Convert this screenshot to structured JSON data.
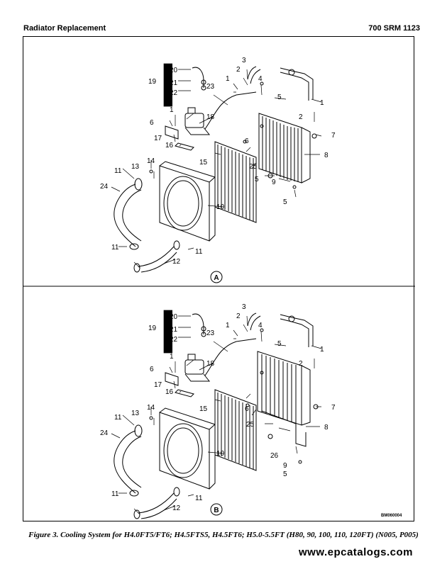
{
  "header": {
    "section_title": "Radiator Replacement",
    "doc_number": "700 SRM 1123"
  },
  "figure": {
    "drawing_code": "BM060004",
    "views": [
      {
        "label": "A",
        "callouts": [
          {
            "text": "3"
          },
          {
            "text": "2"
          },
          {
            "text": "1"
          },
          {
            "text": "4"
          },
          {
            "text": "20"
          },
          {
            "text": "19"
          },
          {
            "text": "21"
          },
          {
            "text": "22"
          },
          {
            "text": "23"
          },
          {
            "text": "5"
          },
          {
            "text": "2"
          },
          {
            "text": "1"
          },
          {
            "text": "1"
          },
          {
            "text": "6"
          },
          {
            "text": "18"
          },
          {
            "text": "17"
          },
          {
            "text": "16"
          },
          {
            "text": "6"
          },
          {
            "text": "7"
          },
          {
            "text": "8"
          },
          {
            "text": "15"
          },
          {
            "text": "25"
          },
          {
            "text": "14"
          },
          {
            "text": "13"
          },
          {
            "text": "11"
          },
          {
            "text": "5"
          },
          {
            "text": "9"
          },
          {
            "text": "24"
          },
          {
            "text": "5"
          },
          {
            "text": "10"
          },
          {
            "text": "11"
          },
          {
            "text": "11"
          },
          {
            "text": "12"
          }
        ]
      },
      {
        "label": "B",
        "callouts": [
          {
            "text": "3"
          },
          {
            "text": "2"
          },
          {
            "text": "1"
          },
          {
            "text": "4"
          },
          {
            "text": "20"
          },
          {
            "text": "19"
          },
          {
            "text": "21"
          },
          {
            "text": "22"
          },
          {
            "text": "23"
          },
          {
            "text": "5"
          },
          {
            "text": "1"
          },
          {
            "text": "2"
          },
          {
            "text": "1"
          },
          {
            "text": "6"
          },
          {
            "text": "18"
          },
          {
            "text": "7"
          },
          {
            "text": "17"
          },
          {
            "text": "16"
          },
          {
            "text": "6"
          },
          {
            "text": "8"
          },
          {
            "text": "25"
          },
          {
            "text": "15"
          },
          {
            "text": "14"
          },
          {
            "text": "13"
          },
          {
            "text": "11"
          },
          {
            "text": "26"
          },
          {
            "text": "24"
          },
          {
            "text": "9"
          },
          {
            "text": "5"
          },
          {
            "text": "10"
          },
          {
            "text": "11"
          },
          {
            "text": "11"
          },
          {
            "text": "12"
          }
        ]
      }
    ]
  },
  "caption": "Figure 3. Cooling System for H4.0FT5/FT6; H4.5FTS5, H4.5FT6; H5.0-5.5FT (H80, 90, 100, 110, 120FT) (N005, P005)",
  "watermark": "www.epcatalogs.com"
}
